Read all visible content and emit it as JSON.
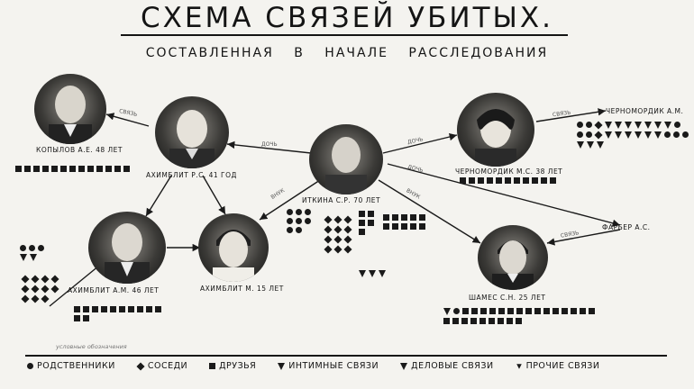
{
  "title": "СХЕМА СВЯЗЕЙ УБИТЫХ.",
  "subtitle": "СОСТАВЛЕННАЯ В НАЧАЛЕ РАССЛЕДОВАНИЯ",
  "persons": {
    "kopylov": "КОПЫЛОВ А.Е. 48 ЛЕТ",
    "akhimblit_rs": "АХИМБЛИТ Р.С. 41 ГОД",
    "itkina": "ИТКИНА С.Р. 70 ЛЕТ",
    "chernomordik_ms": "ЧЕРНОМОРДИК М.С. 38 ЛЕТ",
    "chernomordik_am": "ЧЕРНОМОРДИК А.М.",
    "akhimblit_am": "АХИМБЛИТ А.М. 46 ЛЕТ",
    "akhimblit_m": "АХИМБЛИТ М. 15 ЛЕТ",
    "farber": "ФАРБЕР А.С.",
    "shames": "ШАМЕС С.Н. 25 ЛЕТ"
  },
  "edges": {
    "doch_1": "ДОЧЬ",
    "doch_2": "ДОЧЬ",
    "doch_3": "ДОЧЬ",
    "vnuk": "ВНУК",
    "vnuk_2": "ВНУК",
    "svyaz": "СВЯЗЬ",
    "svyaz_2": "СВЯЗЬ",
    "svyaz_3": "СВЯЗЬ"
  },
  "legend": {
    "relatives": "РОДСТВЕННИКИ",
    "neighbors": "СОСЕДИ",
    "friends": "ДРУЗЬЯ",
    "intimate": "ИНТИМНЫЕ СВЯЗИ",
    "business": "ДЕЛОВЫЕ СВЯЗИ",
    "other": "ПРОЧИЕ СВЯЗИ"
  },
  "footnote": "условные обозначения"
}
